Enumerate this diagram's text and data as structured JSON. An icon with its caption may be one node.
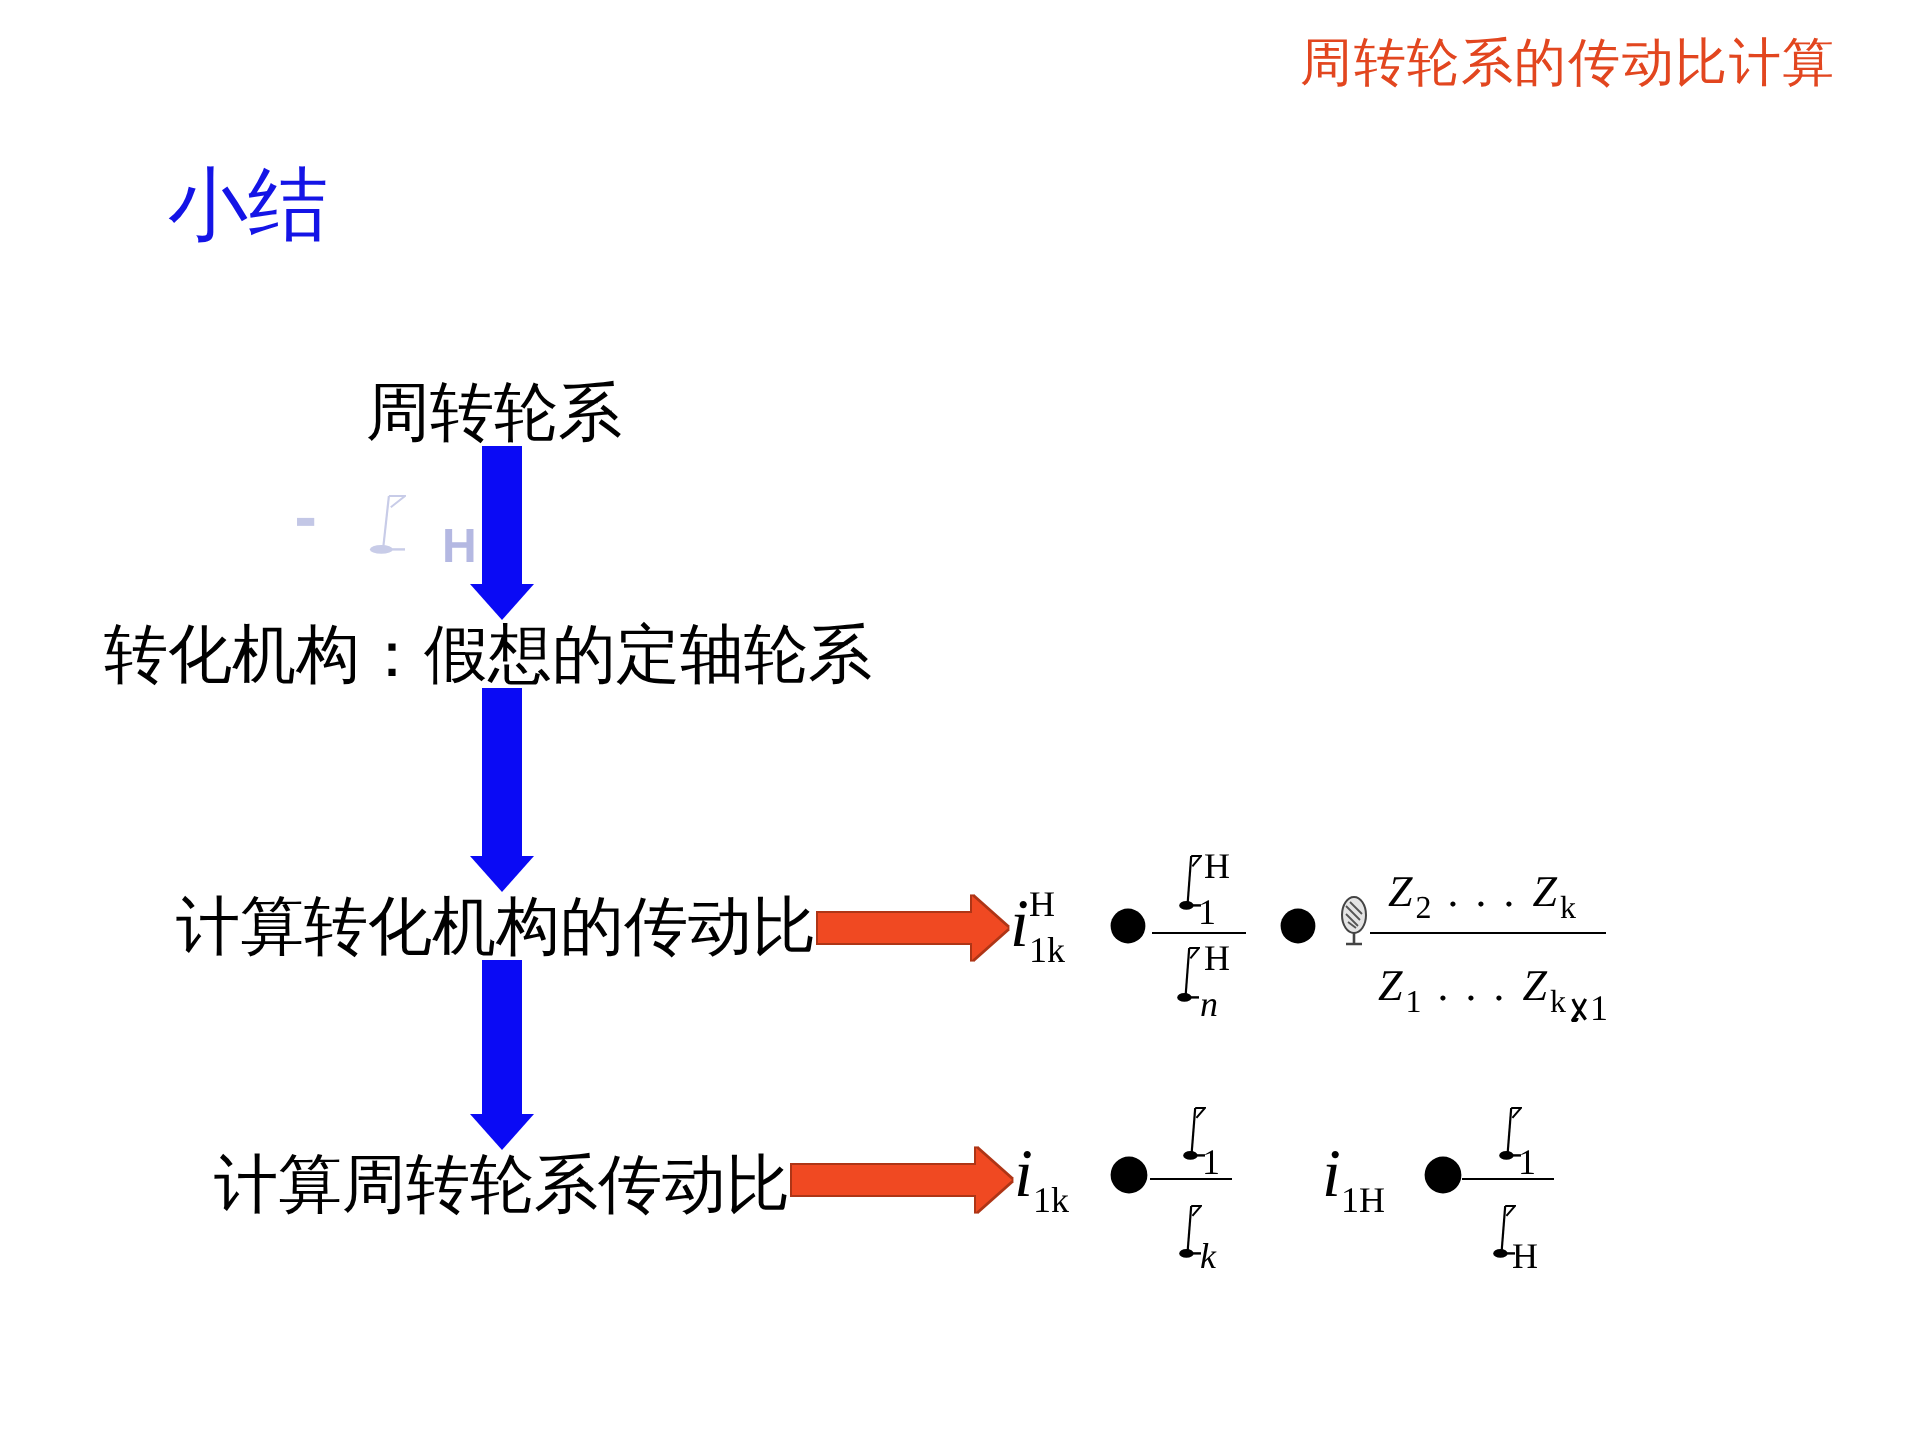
{
  "diagram": {
    "title": "小结",
    "nodes": [
      {
        "text": [
          "周转轮系"
        ]
      },
      {
        "text": [
          "转化机构：假想的定轴轮系"
        ]
      },
      {
        "text": [
          "计算转化机构的传动比"
        ]
      },
      {
        "text": [
          "计算周转轮系传动比"
        ]
      },
      {
        "text": [
          "i$^{H}$$_{1k}$",
          "H",
          "1",
          "H",
          "n",
          "Z$_{2}$ . . . Z$_{k}$",
          "Z$_{1}$ . . . Z$_{k}$",
          "1"
        ]
      },
      {
        "text": [
          "i$_{1k}$",
          "1",
          "k",
          "i$_{1H}$",
          "1",
          "H"
        ]
      }
    ],
    "edges": [
      {
        "from": 0,
        "to": 1,
        "arrow": "to"
      },
      {
        "from": 1,
        "to": 2,
        "arrow": "to"
      },
      {
        "from": 2,
        "to": 3,
        "arrow": "to"
      },
      {
        "from": 2,
        "to": 4,
        "arrow": "to",
        "color": "#f04a23"
      },
      {
        "from": 3,
        "to": 5,
        "arrow": "to",
        "color": "#f04a23"
      }
    ],
    "labels": [
      "周转轮系的传动比计算",
      "-",
      "H"
    ]
  }
}
